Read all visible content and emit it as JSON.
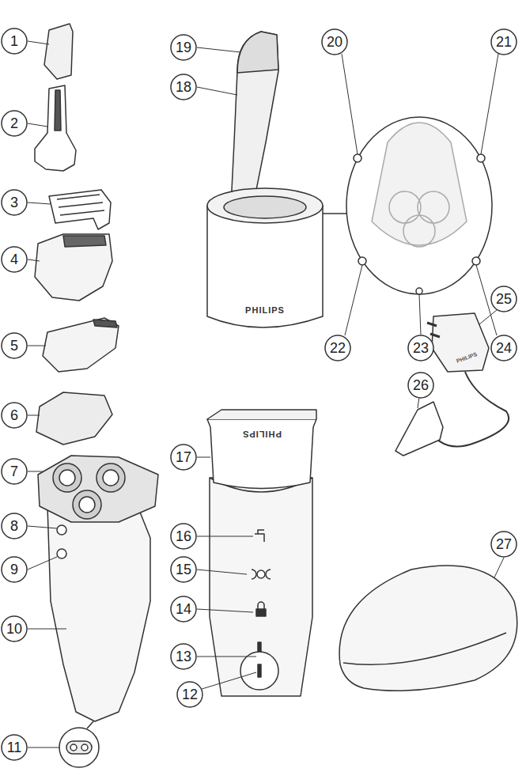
{
  "diagram": {
    "labels": [
      "1",
      "2",
      "3",
      "4",
      "5",
      "6",
      "7",
      "8",
      "9",
      "10",
      "11",
      "12",
      "13",
      "14",
      "15",
      "16",
      "17",
      "18",
      "19",
      "20",
      "21",
      "22",
      "23",
      "24",
      "25",
      "26",
      "27",
      "PHILIPS",
      "PHILIPS",
      "PHILIPS"
    ]
  }
}
